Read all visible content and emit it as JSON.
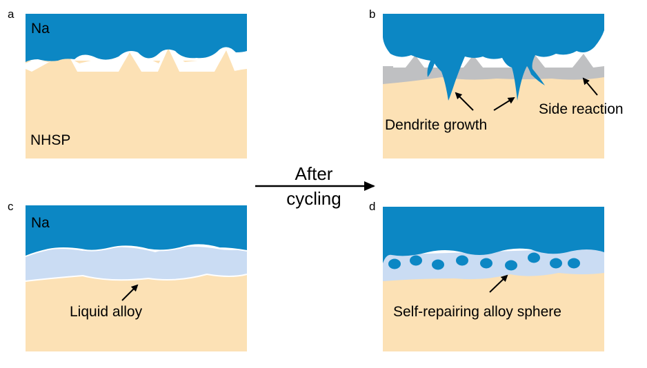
{
  "panels": {
    "a": {
      "letter": "a",
      "metal_label": "Na",
      "electrolyte_label": "NHSP"
    },
    "b": {
      "letter": "b",
      "dendrite_label": "Dendrite growth",
      "side_reaction_label": "Side reaction"
    },
    "c": {
      "letter": "c",
      "metal_label": "Na",
      "alloy_label": "Liquid alloy"
    },
    "d": {
      "letter": "d",
      "sphere_label": "Self-repairing alloy sphere"
    }
  },
  "center": {
    "line1": "After",
    "line2": "cycling"
  },
  "colors": {
    "sodium": "#0C87C4",
    "electrolyte": "#FCE1B5",
    "interphase": "#BFC0C2",
    "alloy": "#CADCF3",
    "arrow": "#000000"
  }
}
